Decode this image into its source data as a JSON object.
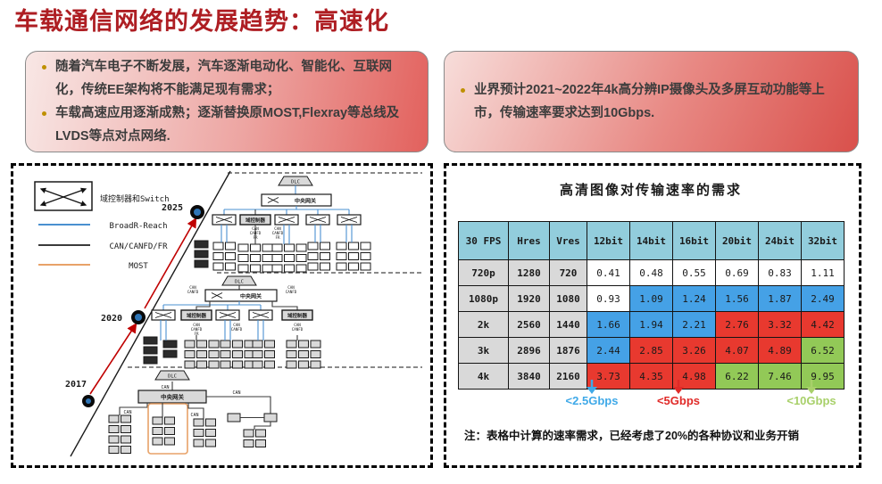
{
  "title": "车载通信网络的发展趋势：高速化",
  "left_box": {
    "bullets": [
      "随着汽车电子不断发展，汽车逐渐电动化、智能化、互联网化，传统EE架构将不能满足现有需求；",
      "车载高速应用逐渐成熟；逐渐替换原MOST,Flexray等总线及LVDS等点对点网络."
    ]
  },
  "right_box": {
    "bullets": [
      "业界预计2021~2022年4k高分辨IP摄像头及多屏互动功能等上市，传输速率要求达到10Gbps."
    ]
  },
  "legend": {
    "switch_label": "域控制器和Switch",
    "lines": [
      {
        "label": "BroadR-Reach",
        "color": "#4a90d0"
      },
      {
        "label": "CAN/CANFD/FR",
        "color": "#3a3a3a"
      },
      {
        "label": "MOST",
        "color": "#e8a268"
      }
    ]
  },
  "timeline": {
    "years": [
      "2017",
      "2020",
      "2025"
    ]
  },
  "diagram": {
    "dlc": "DLC",
    "gateway": "中央网关",
    "domain": "域控制器",
    "can": "CAN",
    "can_stack": [
      "CAN",
      "CANFD"
    ],
    "can_stack_fr": [
      "CAN",
      "CANFD",
      "FR"
    ]
  },
  "table": {
    "title": "高清图像对传输速率的需求",
    "headers": [
      "30 FPS",
      "Hres",
      "Vres",
      "12bit",
      "14bit",
      "16bit",
      "20bit",
      "24bit",
      "32bit"
    ],
    "rows": [
      {
        "label": "720p",
        "hres": "1280",
        "vres": "720",
        "cells": [
          [
            "0.41",
            "w"
          ],
          [
            "0.48",
            "w"
          ],
          [
            "0.55",
            "w"
          ],
          [
            "0.69",
            "w"
          ],
          [
            "0.83",
            "w"
          ],
          [
            "1.11",
            "w"
          ]
        ]
      },
      {
        "label": "1080p",
        "hres": "1920",
        "vres": "1080",
        "cells": [
          [
            "0.93",
            "w"
          ],
          [
            "1.09",
            "b"
          ],
          [
            "1.24",
            "b"
          ],
          [
            "1.56",
            "b"
          ],
          [
            "1.87",
            "b"
          ],
          [
            "2.49",
            "b"
          ]
        ]
      },
      {
        "label": "2k",
        "hres": "2560",
        "vres": "1440",
        "cells": [
          [
            "1.66",
            "b"
          ],
          [
            "1.94",
            "b"
          ],
          [
            "2.21",
            "b"
          ],
          [
            "2.76",
            "r"
          ],
          [
            "3.32",
            "r"
          ],
          [
            "4.42",
            "r"
          ]
        ]
      },
      {
        "label": "3k",
        "hres": "2896",
        "vres": "1876",
        "cells": [
          [
            "2.44",
            "b"
          ],
          [
            "2.85",
            "r"
          ],
          [
            "3.26",
            "r"
          ],
          [
            "4.07",
            "r"
          ],
          [
            "4.89",
            "r"
          ],
          [
            "6.52",
            "g"
          ]
        ]
      },
      {
        "label": "4k",
        "hres": "3840",
        "vres": "2160",
        "cells": [
          [
            "3.73",
            "r"
          ],
          [
            "4.35",
            "r"
          ],
          [
            "4.98",
            "r"
          ],
          [
            "6.22",
            "g"
          ],
          [
            "7.46",
            "g"
          ],
          [
            "9.95",
            "g"
          ]
        ]
      }
    ],
    "thresholds": [
      {
        "label": "<2.5Gbps",
        "color": "#3fa9e8"
      },
      {
        "label": "<5Gbps",
        "color": "#e02a28"
      },
      {
        "label": "<10Gbps",
        "color": "#a8d06a"
      }
    ],
    "note": "注：表格中计算的速率需求，已经考虑了20%的各种协议和业务开销"
  },
  "colors": {
    "title": "#ae1e23",
    "cell_blue": "#45a1e6",
    "cell_red": "#e8392f",
    "cell_green": "#92c957",
    "cell_gray": "#d9d9d9",
    "header_blue": "#92cddc",
    "timeline_arrow": "#c00000"
  }
}
